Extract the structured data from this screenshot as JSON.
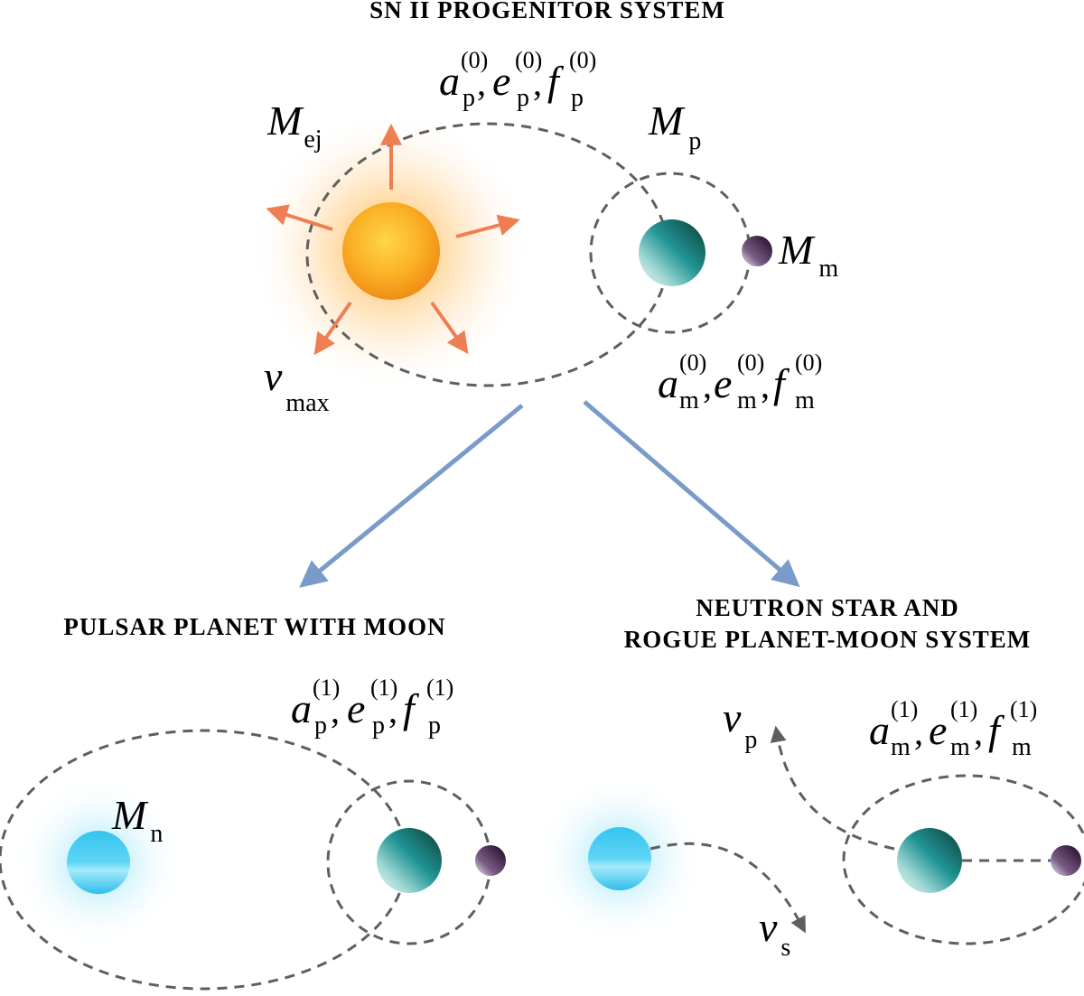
{
  "titles": {
    "top": "SN II PROGENITOR SYSTEM",
    "bottom_left": "PULSAR PLANET WITH MOON",
    "bottom_right_line1": "NEUTRON STAR AND",
    "bottom_right_line2": "ROGUE PLANET-MOON SYSTEM"
  },
  "labels": {
    "M": "M",
    "a": "a",
    "e": "e",
    "f": "f",
    "v": "v",
    "sub_ej": "ej",
    "sub_p": "p",
    "sub_m": "m",
    "sub_n": "n",
    "sub_max": "max",
    "sub_s": "s",
    "sup_0": "(0)",
    "sup_1": "(1)",
    "comma": ","
  },
  "colors": {
    "ejecta_arrow": "#ef7f53",
    "flow_arrow": "#7a9bc9",
    "orbit_dash": "#5f5f5f",
    "star_core": "#f9a21a",
    "star_halo": "#ffd27a",
    "neutron_star": "#2cc2ee",
    "planet": "#2a9f9f",
    "moon": "#3a1540"
  }
}
